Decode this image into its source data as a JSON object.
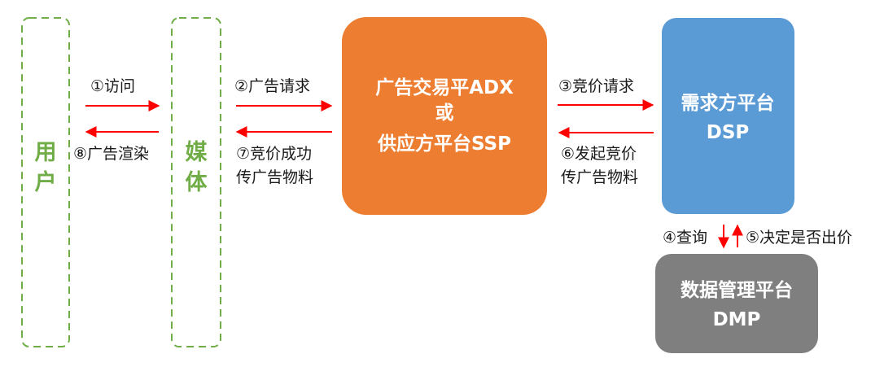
{
  "diagram": {
    "colors": {
      "entity_border": "#70ad47",
      "entity_text": "#70ad47",
      "adx_fill": "#ed7d31",
      "dsp_fill": "#5b9bd5",
      "dmp_fill": "#7f7f7f",
      "arrow": "#ff0000"
    },
    "user": {
      "label_line1": "用",
      "label_line2": "户"
    },
    "media": {
      "label_line1": "媒",
      "label_line2": "体"
    },
    "adx": {
      "line1": "广告交易平ADX",
      "line2": "或",
      "line3": "供应方平台SSP"
    },
    "dsp": {
      "line1": "需求方平台",
      "line2": "DSP"
    },
    "dmp": {
      "line1": "数据管理平台",
      "line2": "DMP"
    },
    "steps": {
      "s1": "①访问",
      "s2": "②广告请求",
      "s3": "③竞价请求",
      "s4": "④查询",
      "s5": "⑤决定是否出价",
      "s6_line1": "⑥发起竞价",
      "s6_line2": "传广告物料",
      "s7_line1": "⑦竞价成功",
      "s7_line2": "传广告物料",
      "s8": "⑧广告渲染"
    }
  }
}
